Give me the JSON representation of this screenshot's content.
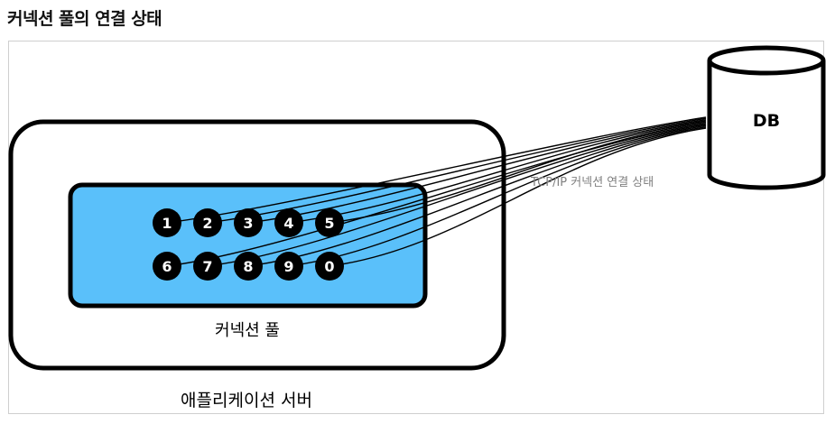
{
  "title": "커넥션 풀의 연결 상태",
  "db_label": "DB",
  "connection_label": "TCP/IP 커넥션 연결 상태",
  "pool_label": "커넥션 풀",
  "server_label": "애플리케이션 서버",
  "connections": [
    "1",
    "2",
    "3",
    "4",
    "5",
    "6",
    "7",
    "8",
    "9",
    "0"
  ],
  "colors": {
    "pool_fill": "#5ac0fa",
    "stroke": "#000000",
    "connection_label": "#808080"
  }
}
